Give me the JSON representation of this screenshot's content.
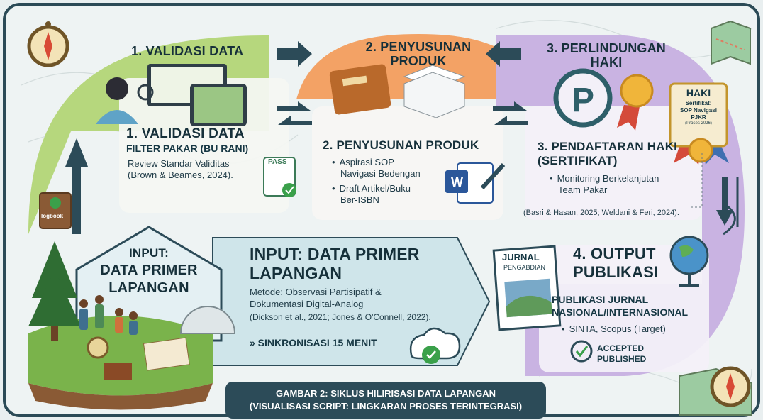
{
  "step1": {
    "top_title": "1. VALIDASI DATA",
    "title": "1. VALIDASI DATA",
    "subtitle": "FILTER PAKAR (BU RANI)",
    "desc_line1": "Review Standar Validitas",
    "citation": "(Brown & Beames, 2024).",
    "pass_badge": "PASS"
  },
  "step2": {
    "top_title_line1": "2. PENYUSUNAN",
    "top_title_line2": "PRODUK",
    "title": "2. PENYUSUNAN PRODUK",
    "bullet1_line1": "Aspirasi SOP",
    "bullet1_line2": "Navigasi Bedengan",
    "bullet2_line1": "Draft Artikel/Buku",
    "bullet2_line2": "Ber-ISBN"
  },
  "step3": {
    "top_title_line1": "3. PERLINDUNGAN",
    "top_title_line2": "HAKI",
    "title_line1": "3. PENDAFTARAN HAKI",
    "title_line2": "(SERTIFIKAT)",
    "bullet1_line1": "Monitoring Berkelanjutan",
    "bullet1_line2": "Team Pakar",
    "citation": "(Basri & Hasan, 2025; Weldani & Feri, 2024).",
    "cert_title": "HAKI",
    "cert_line1": "Sertifikat:",
    "cert_line2": "SOP Navigasi",
    "cert_line3": "PJKR",
    "cert_line4": "(Proses 2026)"
  },
  "step4": {
    "title_line1": "4. OUTPUT",
    "title_line2": "PUBLIKASI",
    "subtitle_line1": "PUBLIKASI JURNAL",
    "subtitle_line2": "NASIONAL/INTERNASIONAL",
    "bullet1": "SINTA, Scopus (Target)",
    "status_line1": "ACCEPTED",
    "status_line2": "PUBLISHED",
    "journal_line1": "JURNAL",
    "journal_line2": "PENGABDIAN"
  },
  "input": {
    "house_line1": "INPUT:",
    "house_line2": "DATA PRIMER",
    "house_line3": "LAPANGAN",
    "title_line1": "INPUT: DATA PRIMER",
    "title_line2": "LAPANGAN",
    "method_line1": "Metode: Observasi Partisipatif &",
    "method_line2": "Dokumentasi Digital-Analog",
    "citation": "(Dickson et al., 2021; Jones & O'Connell, 2022).",
    "sync": "» SINKRONISASI 15 MENIT"
  },
  "logbook_label": "logbook",
  "caption": {
    "line1": "GAMBAR 2: SIKLUS HILIRISASI DATA LAPANGAN",
    "line2": "(VISUALISASI SCRIPT: LINGKARAN PROSES TERINTEGRASI)"
  },
  "colors": {
    "green": "#b6d77d",
    "orange": "#f3a265",
    "purple": "#c9b3e2",
    "navy": "#2c4b58",
    "teal_band": "#cfe5ea"
  }
}
